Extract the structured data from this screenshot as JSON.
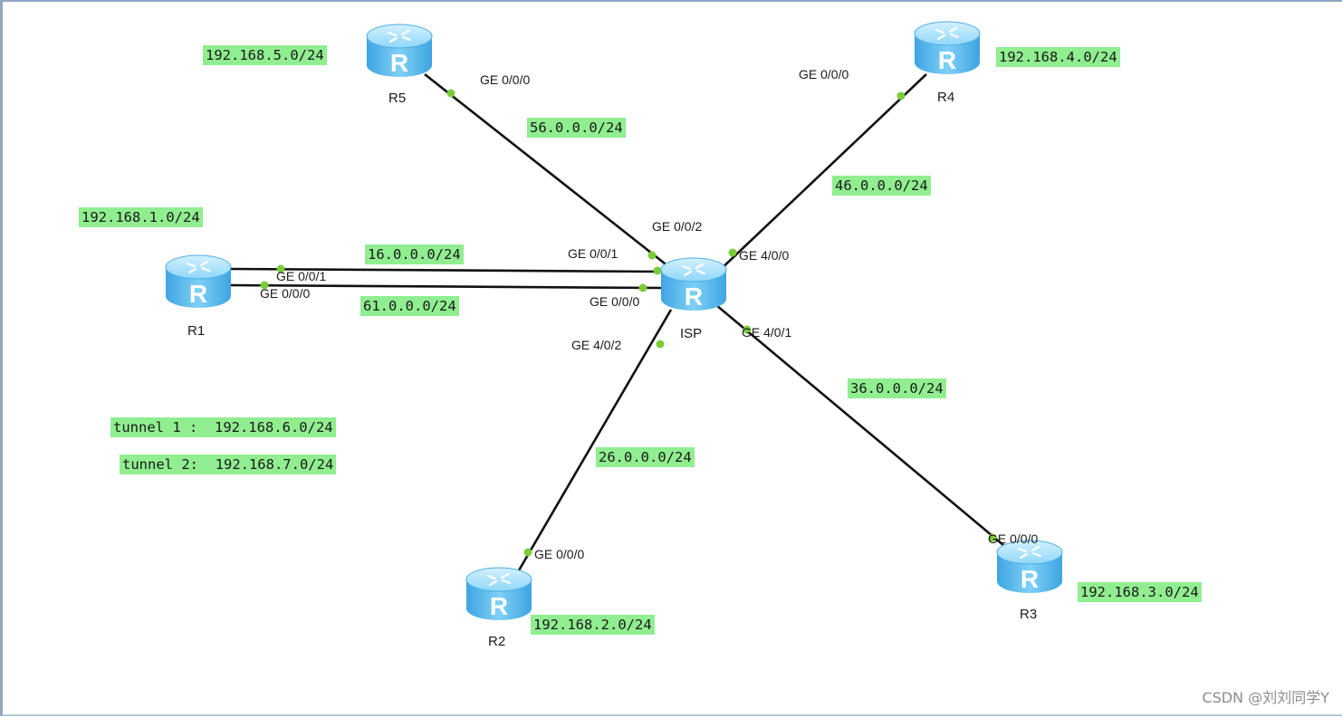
{
  "routers": {
    "r1": "R1",
    "r2": "R2",
    "r3": "R3",
    "r4": "R4",
    "r5": "R5",
    "isp": "ISP"
  },
  "router_icon_letter": "R",
  "networks": {
    "lan_r1": "192.168.1.0/24",
    "lan_r2": "192.168.2.0/24",
    "lan_r3": "192.168.3.0/24",
    "lan_r4": "192.168.4.0/24",
    "lan_r5": "192.168.5.0/24",
    "link_r1_isp_a": "16.0.0.0/24",
    "link_r1_isp_b": "61.0.0.0/24",
    "link_r2_isp": "26.0.0.0/24",
    "link_r3_isp": "36.0.0.0/24",
    "link_r4_isp": "46.0.0.0/24",
    "link_r5_isp": "56.0.0.0/24"
  },
  "tunnels": {
    "tunnel1": "tunnel 1 :  192.168.6.0/24",
    "tunnel2": "tunnel 2:  192.168.7.0/24"
  },
  "ports": {
    "r5_ge000": "GE 0/0/0",
    "r4_ge000": "GE 0/0/0",
    "isp_ge002": "GE 0/0/2",
    "isp_ge001": "GE 0/0/1",
    "isp_ge000": "GE 0/0/0",
    "isp_ge400": "GE 4/0/0",
    "isp_ge401": "GE 4/0/1",
    "isp_ge402": "GE 4/0/2",
    "r1_ge001": "GE 0/0/1",
    "r1_ge000": "GE 0/0/0",
    "r2_ge000": "GE 0/0/0",
    "r3_ge000": "GE 0/0/0"
  },
  "watermark": "CSDN @刘刘同学Y",
  "colors": {
    "label_bg": "#90ee90",
    "link_line": "#111111",
    "port_dot": "#7acc3a",
    "router_body": "#5bb8ec",
    "router_top": "#a6e0fb"
  },
  "icons": {
    "router": "router-icon"
  }
}
